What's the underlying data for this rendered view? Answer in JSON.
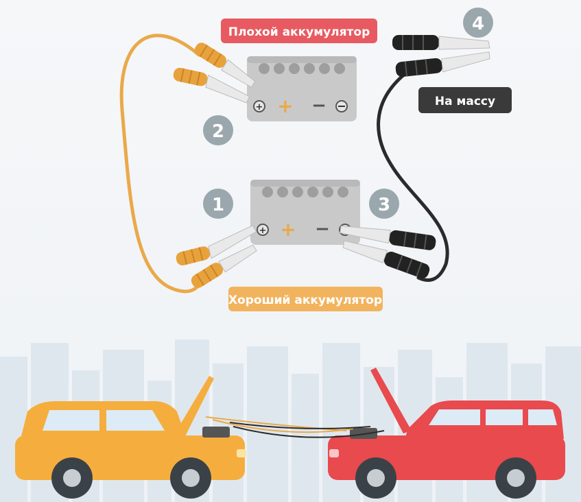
{
  "labels": {
    "bad_battery": "Плохой аккумулятор",
    "good_battery": "Хороший аккумулятор",
    "ground": "На массу"
  },
  "steps": [
    "1",
    "2",
    "3",
    "4"
  ],
  "terminals": {
    "plus": "+",
    "minus": "−"
  },
  "colors": {
    "bad_label": "#e85a62",
    "good_label": "#f2b35e",
    "ground_label": "#3a3a3a",
    "battery": "#c9c9c9",
    "orange_cable": "#e9a94a",
    "black_cable": "#2b2b2b",
    "clamp_orange": "#e8a23c",
    "clamp_black": "#222222",
    "yellow_car": "#f5ae3d",
    "red_car": "#e84a4e",
    "step_badge": "#9aa7ad"
  },
  "icons": [
    "plus-terminal-icon",
    "minus-terminal-icon",
    "battery-icon",
    "clamp-icon",
    "car-icon"
  ]
}
